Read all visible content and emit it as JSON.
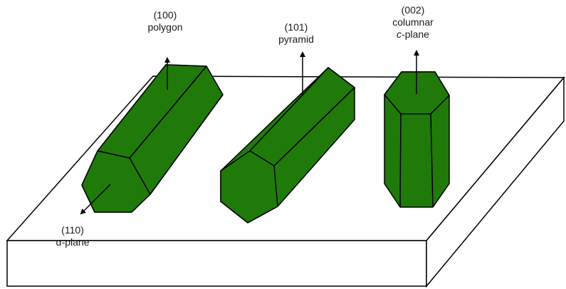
{
  "colors": {
    "crystal": "#1f7a0a",
    "outline": "#000000",
    "substrate": "#ffffff",
    "text": "#1a1a1a"
  },
  "labels": {
    "polygon": {
      "index": "(100)",
      "name": "polygon"
    },
    "pyramid": {
      "index": "(101)",
      "name": "pyramid"
    },
    "columnar": {
      "index": "(002)",
      "name": "columnar",
      "plane_letter": "c",
      "plane_rest": "-plane"
    },
    "aplane": {
      "index": "(110)",
      "name": "α-plane"
    }
  }
}
